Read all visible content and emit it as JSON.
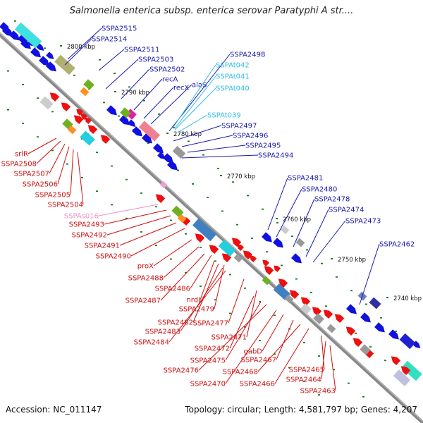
{
  "title": "Salmonella enterica subsp. enterica serovar Paratyphi A str....",
  "footer": {
    "accession": "Accession: NC_011147",
    "summary": "Topology: circular; Length: 4,581,797 bp; Genes: 4,207"
  },
  "colors": {
    "forward_label": "#1a1ab0",
    "reverse_label": "#d01010",
    "trna_label": "#33bbe8",
    "srna_label": "#f090c0",
    "backbone": "#888888",
    "forward_gene": "#1010e0",
    "reverse_gene": "#ee1010",
    "tick": "#1a7a1a"
  },
  "kbp_ticks": [
    "2800 kbp",
    "2790 kbp",
    "2780 kbp",
    "2770 kbp",
    "2760 kbp",
    "2750 kbp",
    "2740 kbp"
  ],
  "forward_labels": [
    "SSPA2515",
    "SSPA2514",
    "SSPA2511",
    "SSPA2503",
    "SSPA2502",
    "recA",
    "recX",
    "alaS",
    "SSPA2498",
    "SSPA2497",
    "SSPA2496",
    "SSPA2495",
    "SSPA2494",
    "SSPA2481",
    "SSPA2480",
    "SSPA2478",
    "SSPA2474",
    "SSPA2473",
    "SSPA2462"
  ],
  "trna_labels": [
    "SSPAt042",
    "SSPAt041",
    "SSPAt040",
    "SSPAt039"
  ],
  "srna_labels": [
    "SSPAs016"
  ],
  "reverse_labels": [
    "srlR",
    "SSPA2508",
    "SSPA2507",
    "SSPA2506",
    "SSPA2505",
    "SSPA2504",
    "SSPA2493",
    "SSPA2492",
    "SSPA2491",
    "SSPA2490",
    "proX",
    "SSPA2488",
    "SSPA2486",
    "SSPA2487",
    "nrdI",
    "SSPA2479",
    "SSPA2482",
    "SSPA2477",
    "SSPA2483",
    "SSPA2484",
    "SSPA2471",
    "SSPA2472",
    "SSPA2475",
    "SSPA2476",
    "SSPA2470",
    "gabD",
    "SSPA2467",
    "SSPA2468",
    "SSPA2466",
    "SSPA2465",
    "SSPA2464",
    "SSPA2463"
  ]
}
